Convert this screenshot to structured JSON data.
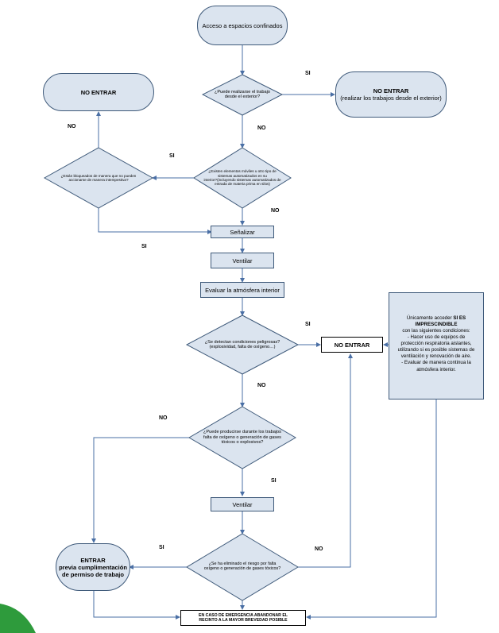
{
  "nodes": {
    "start": "Acceso a espacios confinados",
    "no_entrar_left": "NO ENTRAR",
    "no_entrar_right": {
      "title": "NO ENTRAR",
      "subtitle": "(realizar los trabajos desde el exterior)"
    },
    "senalizar": "Señalizar",
    "ventilar_1": "Ventilar",
    "evaluar": "Evaluar la atmósfera interior",
    "no_entrar_mid": "NO ENTRAR",
    "ventilar_2": "Ventilar",
    "entrar": {
      "line1": "ENTRAR",
      "line2": "previa cumplimentación",
      "line3": "de permiso de trabajo"
    },
    "emergencia": {
      "line1": "EN CASO DE EMERGENCIA ABANDONAR EL",
      "line2": "RECINTO A LA MAYOR BREVEDAD POSIBLE"
    },
    "note": {
      "intro": "Únicamente acceder ",
      "intro_bold": "SI ES",
      "intro_bold_2": "IMPRESCINDIBLE",
      "line1": "con las siguientes condiciones:",
      "line2": "- Hacer uso de equipos de",
      "line3": "protección respiratoria aislantes,",
      "line4": "utilizando si es posible sistemas de",
      "line5": "ventilación y renovación de aire.",
      "line6": "- Evaluar de manera continua la",
      "line7": "atmósfera interior."
    }
  },
  "decisions": {
    "d1": {
      "line1": "¿Puede realizarse el trabajo",
      "line2": "desde el exterior?"
    },
    "d2": {
      "line1": "¿Existen elementos móviles u otro tipo de",
      "line2": "sistemas automatizados en su",
      "line3": "interior?(incluyendo sistemas automatizados de",
      "line4": "entrada de materia prima en silos)"
    },
    "d3": {
      "line1": "¿Están bloqueados de manera que no pueden",
      "line2": "accionarse de manera intempestiva?"
    },
    "d4": {
      "line1": "¿Se detectan condiciones peligrosas?",
      "line2": "(explosividad, falta de oxígeno…)"
    },
    "d5": {
      "line1": "¿Puede producirse durante los trabajos",
      "line2": "falta de oxígeno o generación de gases",
      "line3": "tóxicos o explosivos?"
    },
    "d6": {
      "line1": "¿Se ha eliminado el riesgo por falta",
      "line2": "oxígeno o generación de gases tóxicos?"
    }
  },
  "edge_labels": {
    "si_1": "SI",
    "no_1": "NO",
    "no_2": "NO",
    "si_2": "SI",
    "no_3": "NO",
    "si_3": "SI",
    "si_4": "SI",
    "no_4": "NO",
    "no_5": "NO",
    "si_5": "SI",
    "si_6": "SI",
    "no_6": "NO"
  },
  "colors": {
    "shape_fill": "#dbe4ef",
    "shape_border": "#3f5a7a",
    "connector": "#4a6fa5",
    "corner_accent": "#2e9b3c"
  }
}
